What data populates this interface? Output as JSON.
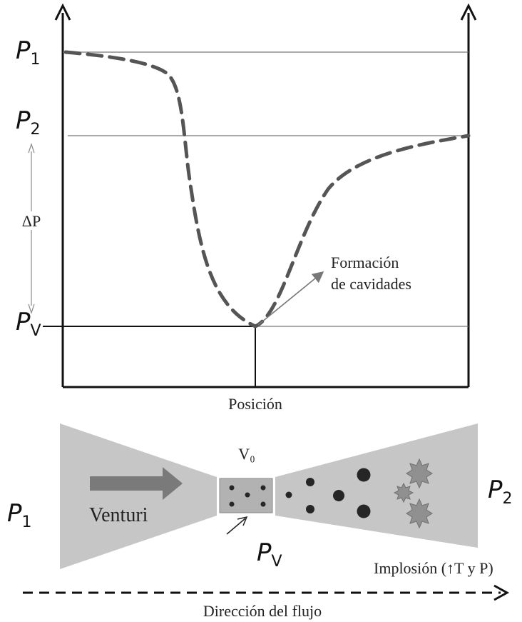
{
  "chart": {
    "p1_main": "P",
    "p1_sub": "1",
    "p2_main": "P",
    "p2_sub": "2",
    "pv_main": "P",
    "pv_sub": "V",
    "delta_label": "ΔP",
    "x_axis_label": "Posición",
    "annotation_line1": "Formación",
    "annotation_line2": "de cavidades"
  },
  "venturi": {
    "left_main": "P",
    "left_sub": "1",
    "right_main": "P",
    "right_sub": "2",
    "label": "Venturi",
    "throat_label": "V₀",
    "throat_main": "P",
    "throat_sub": "V",
    "implosion_label": "Implosión (↑T y P)",
    "flow_label": "Dirección del flujo"
  },
  "colors": {
    "ink": "#111111",
    "curve": "#555555",
    "cone": "#c6c6c6",
    "throat": "#b2b2b2",
    "arrow": "#7a7a7a",
    "bubble": "#262626",
    "star": "#909090"
  }
}
